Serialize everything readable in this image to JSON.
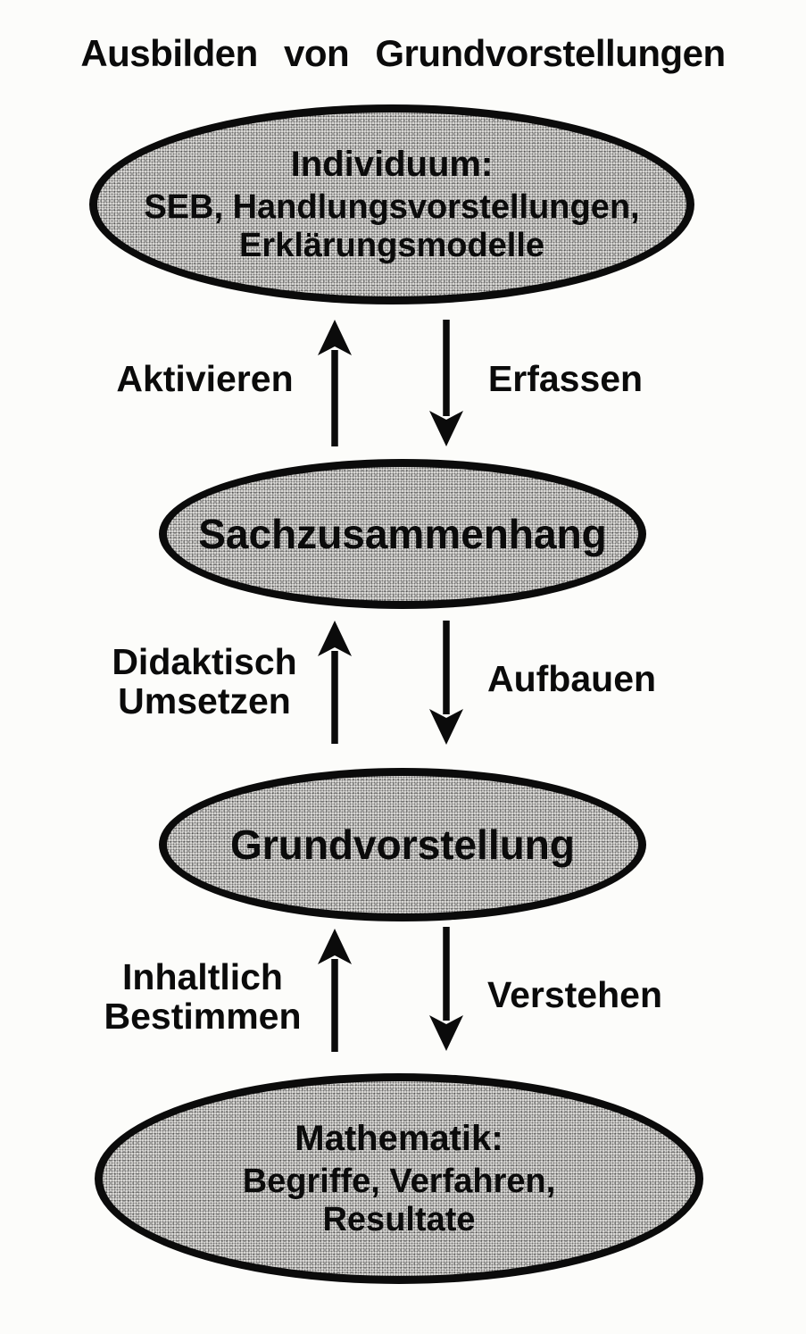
{
  "page": {
    "title": "Ausbilden von Grundvorstellungen",
    "background_color": "#fcfcfa",
    "ink_color": "#0b0b0b",
    "ellipse_fill_color": "#d9d8d5"
  },
  "diagram": {
    "nodes": [
      {
        "id": "individuum",
        "heading": "Individuum:",
        "lines": [
          "SEB, Handlungsvorstellungen,",
          "Erklärungsmodelle"
        ]
      },
      {
        "id": "sachzusammenhang",
        "heading": "Sachzusammenhang",
        "lines": []
      },
      {
        "id": "grundvorstellung",
        "heading": "Grundvorstellung",
        "lines": []
      },
      {
        "id": "mathematik",
        "heading": "Mathematik:",
        "lines": [
          "Begriffe, Verfahren,",
          "Resultate"
        ]
      }
    ],
    "links": [
      {
        "between": [
          "sachzusammenhang",
          "individuum"
        ],
        "up": {
          "lines": [
            "Aktivieren"
          ]
        },
        "down": {
          "lines": [
            "Erfassen"
          ]
        }
      },
      {
        "between": [
          "grundvorstellung",
          "sachzusammenhang"
        ],
        "up": {
          "lines": [
            "Didaktisch",
            "Umsetzen"
          ]
        },
        "down": {
          "lines": [
            "Aufbauen"
          ]
        }
      },
      {
        "between": [
          "mathematik",
          "grundvorstellung"
        ],
        "up": {
          "lines": [
            "Inhaltlich",
            "Bestimmen"
          ]
        },
        "down": {
          "lines": [
            "Verstehen"
          ]
        }
      }
    ]
  }
}
